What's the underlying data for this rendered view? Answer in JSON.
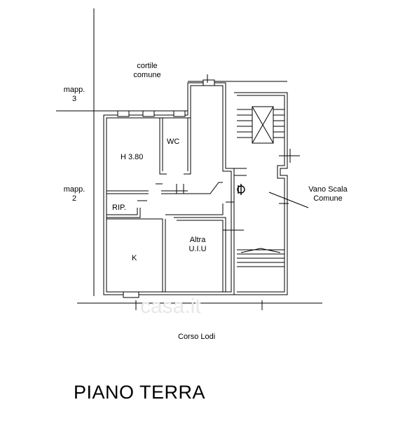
{
  "labels": {
    "cortile": "cortile",
    "comune": "comune",
    "mapp3_a": "mapp.",
    "mapp3_b": "3",
    "mapp2_a": "mapp.",
    "mapp2_b": "2",
    "room_h": "H 3.80",
    "wc": "WC",
    "rip": "RIP.",
    "k": "K",
    "altra_a": "Altra",
    "altra_b": "U.I.U",
    "vano_a": "Vano Scala",
    "vano_b": "Comune",
    "street": "Corso Lodi"
  },
  "title": "PIANO TERRA",
  "watermark": "casa.it"
}
